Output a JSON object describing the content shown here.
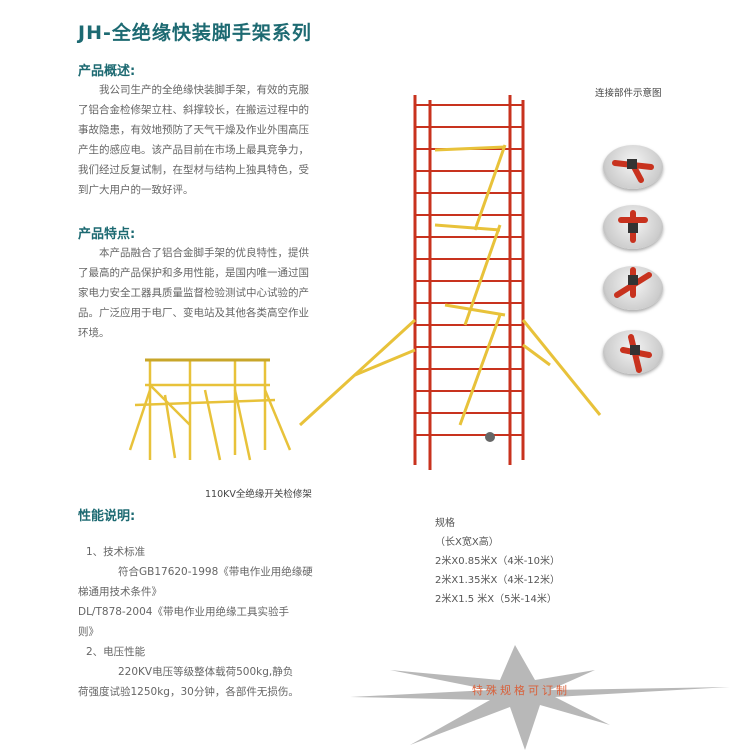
{
  "title": "JH-全绝缘快装脚手架系列",
  "overview": {
    "heading": "产品概述:",
    "lines": [
      "我公司生产的全绝缘快装脚手架，有效的克服",
      "了铝合金检修架立柱、斜撑较长，在搬运过程中的",
      "事故隐患，有效地预防了天气干燥及作业外围高压",
      "产生的感应电。该产品目前在市场上最具竞争力，",
      "我们经过反复试制，在型材与结构上独具特色，受",
      "到广大用户的一致好评。"
    ]
  },
  "features": {
    "heading": "产品特点:",
    "lines": [
      "本产品融合了铝合金脚手架的优良特性，提供",
      "了最高的产品保护和多用性能，是国内唯一通过国",
      "家电力安全工器具质量监督检验测试中心试验的产",
      "品。广泛应用于电厂、变电站及其他各类高空作业",
      "环境。"
    ]
  },
  "connector_caption": "连接部件示意图",
  "scaffold_caption": "110KV全绝缘开关检修架",
  "performance": {
    "heading": "性能说明:",
    "lines": [
      "1、技术标准",
      "符合GB17620-1998《带电作业用绝缘硬",
      "梯通用技术条件》",
      "DL/T878-2004《带电作业用绝缘工具实验手",
      "则》",
      "2、电压性能",
      "220KV电压等级整体载荷500kg,静负",
      "荷强度试验1250kg，30分钟，各部件无损伤。"
    ]
  },
  "specs": {
    "heading": "规格",
    "subheading": "（长X宽X高）",
    "rows": [
      "2米X0.85米X（4米-10米）",
      "2米X1.35米X（4米-12米）",
      "2米X1.5 米X（5米-14米）"
    ]
  },
  "custom_note": "特殊规格可订制",
  "colors": {
    "title": "#1d6a72",
    "scaffold_red": "#c8321e",
    "scaffold_yellow": "#e8c23a",
    "note": "#d9603a"
  }
}
